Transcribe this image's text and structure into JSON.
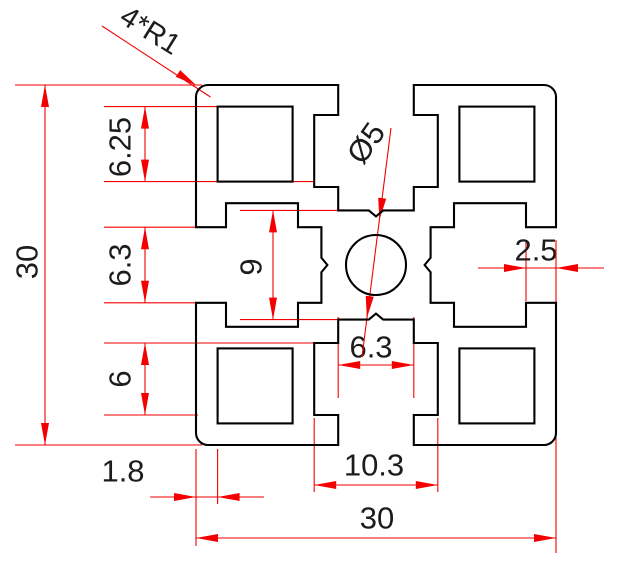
{
  "colors": {
    "background": "#ffffff",
    "profile_line": "#000000",
    "dimension_line": "#f40000",
    "text": "#1c1c1c"
  },
  "dimensions": {
    "overall_height": "30",
    "overall_width": "30",
    "core_square": "6.25",
    "left_slot_opening": "6.3",
    "center_web": "9",
    "cavity_depth": "6",
    "slot_opening_depth": "2.5",
    "bottom_slot_opening": "6.3",
    "cavity_width": "10.3",
    "wall_thickness": "1.8"
  },
  "annotations": {
    "corner_radius": "4*R1",
    "center_hole_diameter": "Ø5"
  }
}
